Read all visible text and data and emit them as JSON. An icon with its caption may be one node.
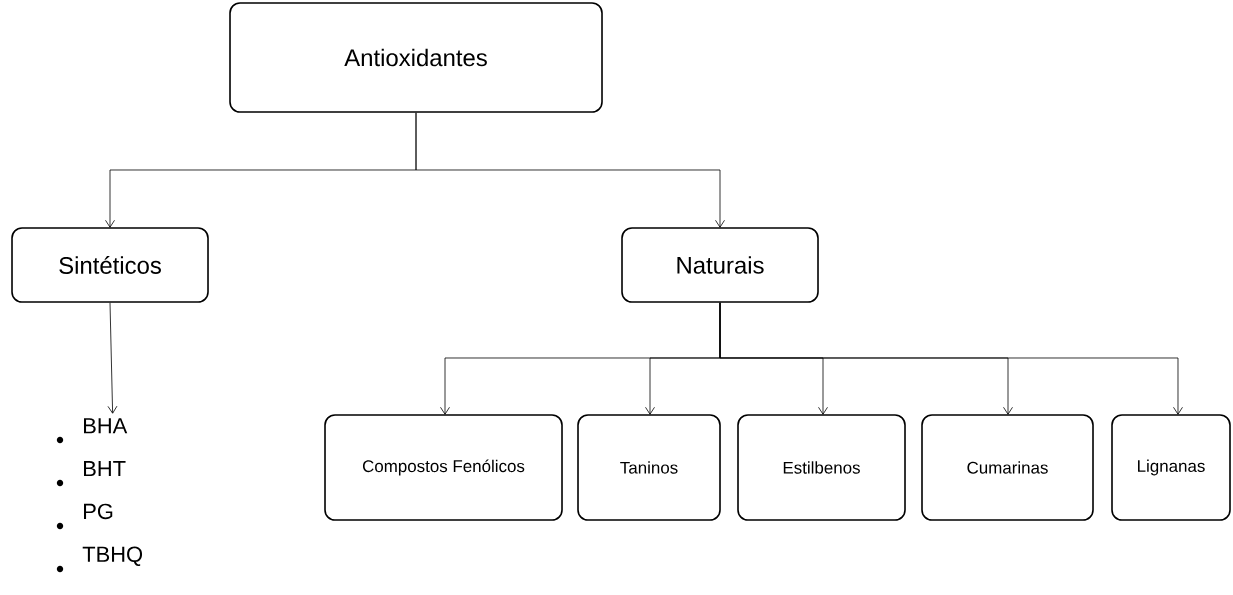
{
  "diagram": {
    "nodes": [
      {
        "text": [
          "Antioxidantes"
        ]
      },
      {
        "text": [
          "Sintéticos"
        ]
      },
      {
        "text": [
          "Naturais"
        ]
      },
      {
        "text": [
          "BHA",
          "BHT",
          "PG",
          "TBHQ"
        ]
      },
      {
        "text": [
          "Compostos Fenólicos"
        ]
      },
      {
        "text": [
          "Taninos"
        ]
      },
      {
        "text": [
          "Estilbenos"
        ]
      },
      {
        "text": [
          "Cumarinas"
        ]
      },
      {
        "text": [
          "Lignanas"
        ]
      }
    ],
    "edges": [
      {
        "from": 0,
        "to": 1,
        "arrow": "to"
      },
      {
        "from": 0,
        "to": 2,
        "arrow": "to"
      },
      {
        "from": 1,
        "to": 3,
        "arrow": "to"
      },
      {
        "from": 2,
        "to": 4,
        "arrow": "to"
      },
      {
        "from": 2,
        "to": 5,
        "arrow": "to"
      },
      {
        "from": 2,
        "to": 6,
        "arrow": "to"
      },
      {
        "from": 2,
        "to": 7,
        "arrow": "to"
      },
      {
        "from": 2,
        "to": 8,
        "arrow": "to"
      }
    ]
  }
}
